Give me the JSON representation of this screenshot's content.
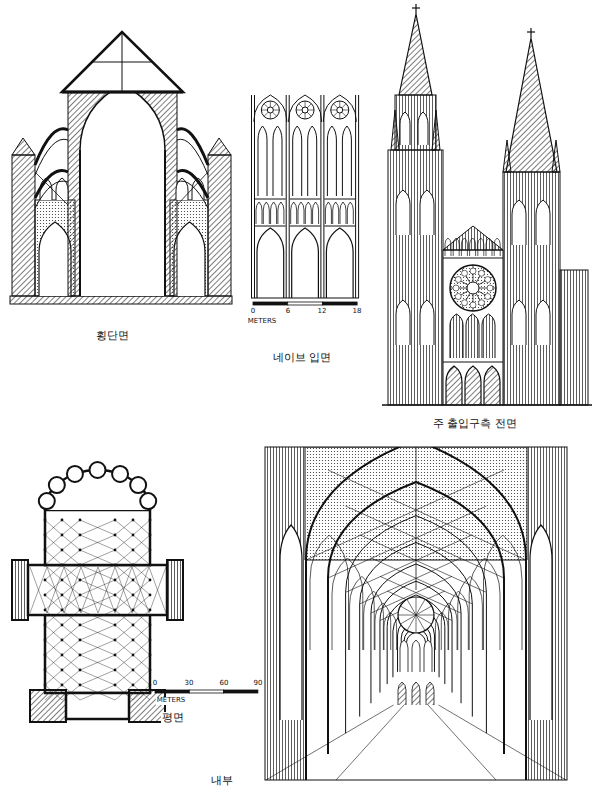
{
  "diagram": {
    "labels": [
      "횡단면",
      "0",
      "6",
      "12",
      "18",
      "METERS",
      "네이브 입면",
      "주 출입구측 전면",
      "평면",
      "0",
      "30",
      "60",
      "90",
      "METERS",
      "내부"
    ]
  }
}
